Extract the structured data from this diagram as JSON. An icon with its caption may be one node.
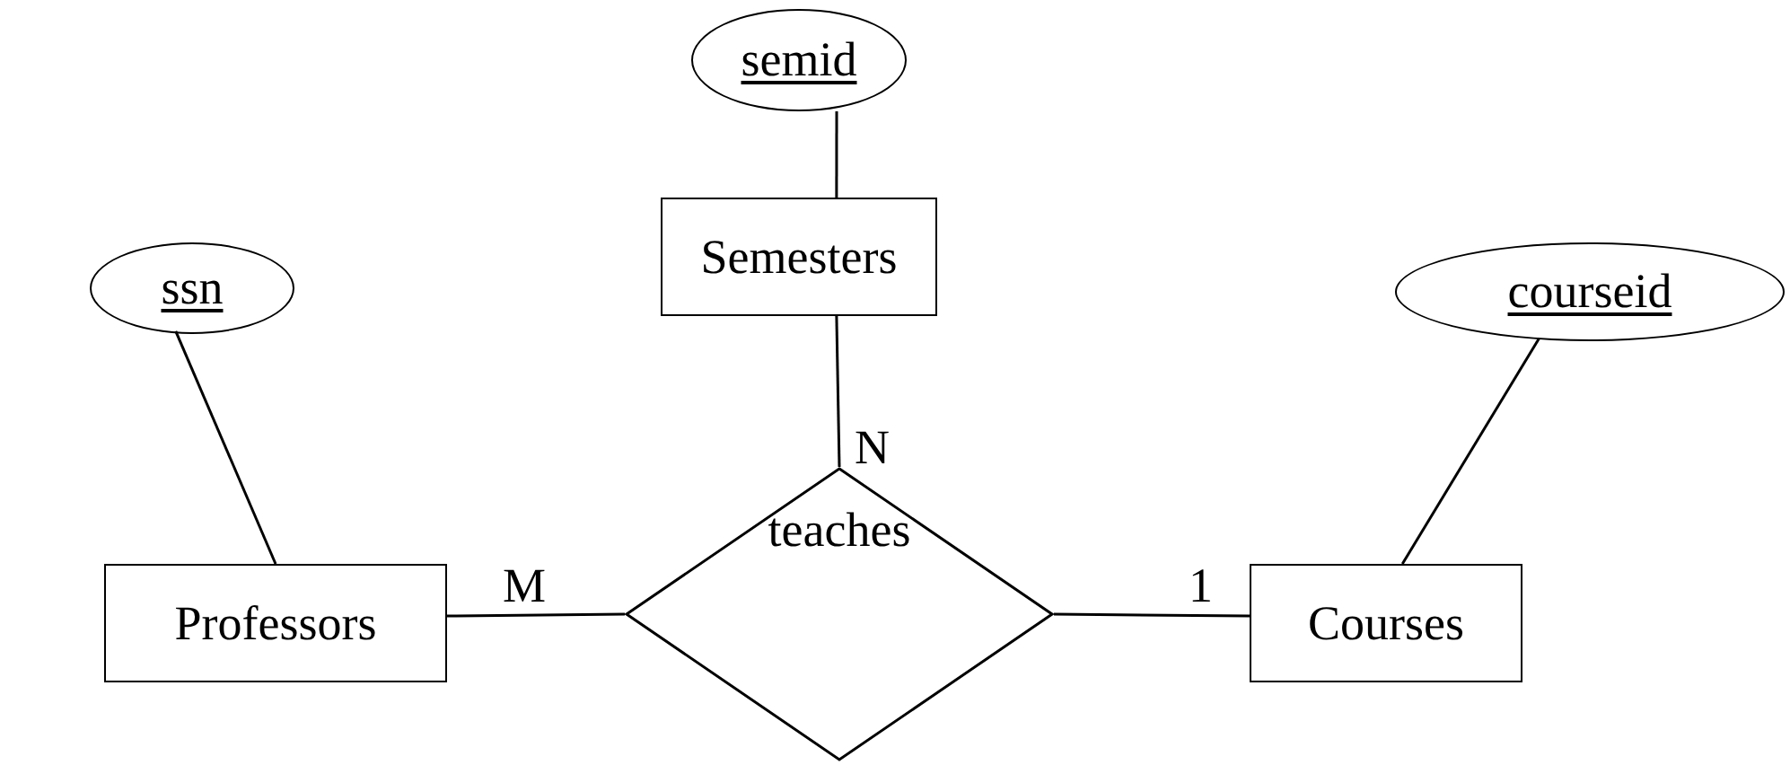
{
  "diagram": {
    "nodes": [
      {
        "text": [
          "semid"
        ]
      },
      {
        "text": [
          "Semesters"
        ]
      },
      {
        "text": [
          "ssn"
        ]
      },
      {
        "text": [
          "courseid"
        ]
      },
      {
        "text": [
          "Professors"
        ]
      },
      {
        "text": [
          "teaches"
        ]
      },
      {
        "text": [
          "Courses"
        ]
      }
    ],
    "edges": [
      {
        "from": 0,
        "to": 1,
        "arrow": "none"
      },
      {
        "from": 1,
        "to": 5,
        "arrow": "none",
        "label": "N"
      },
      {
        "from": 4,
        "to": 5,
        "arrow": "none",
        "label": "M"
      },
      {
        "from": 5,
        "to": 6,
        "arrow": "none",
        "label": "1"
      },
      {
        "from": 2,
        "to": 4,
        "arrow": "none"
      },
      {
        "from": 3,
        "to": 6,
        "arrow": "none"
      }
    ]
  }
}
